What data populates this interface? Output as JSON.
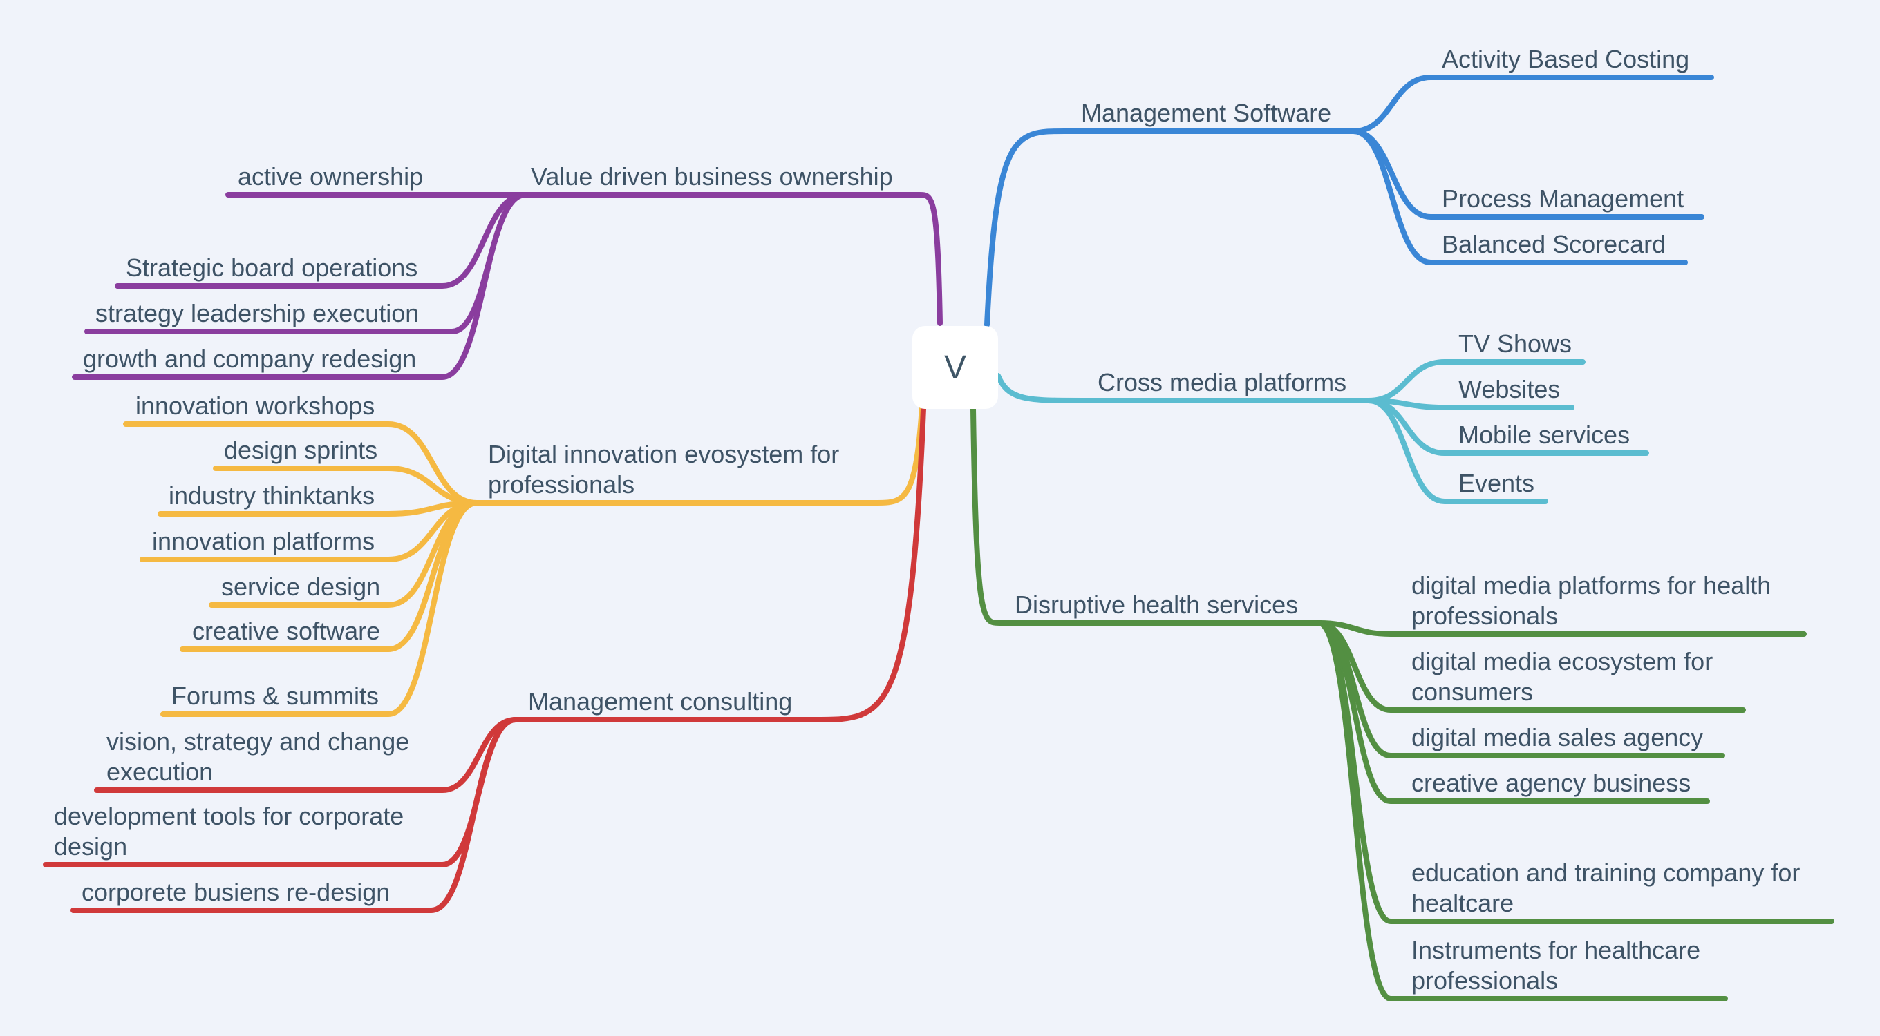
{
  "root": {
    "label": "V"
  },
  "colors": {
    "purple": "#8a3d9e",
    "yellow": "#f5b942",
    "red": "#d0393a",
    "blue": "#3a86d6",
    "teal": "#5bbcd0",
    "green": "#538f42"
  },
  "branches": [
    {
      "id": "value-driven",
      "side": "left",
      "color": "purple",
      "lines": [
        "Value driven business ownership"
      ],
      "children": [
        {
          "lines": [
            "active ownership"
          ]
        },
        {
          "lines": [
            "Strategic board operations"
          ]
        },
        {
          "lines": [
            "strategy leadership execution"
          ]
        },
        {
          "lines": [
            "growth and company redesign"
          ]
        }
      ]
    },
    {
      "id": "digital-innovation",
      "side": "left",
      "color": "yellow",
      "lines": [
        "Digital innovation evosystem for",
        "professionals"
      ],
      "children": [
        {
          "lines": [
            "innovation workshops"
          ]
        },
        {
          "lines": [
            "design sprints"
          ]
        },
        {
          "lines": [
            "industry thinktanks"
          ]
        },
        {
          "lines": [
            "innovation platforms"
          ]
        },
        {
          "lines": [
            "service design"
          ]
        },
        {
          "lines": [
            "creative software"
          ]
        },
        {
          "lines": [
            "Forums & summits"
          ]
        }
      ]
    },
    {
      "id": "management-consulting",
      "side": "left",
      "color": "red",
      "lines": [
        "Management consulting"
      ],
      "children": [
        {
          "lines": [
            "vision, strategy and change",
            "execution"
          ]
        },
        {
          "lines": [
            "development tools for corporate",
            "design"
          ]
        },
        {
          "lines": [
            "corporete busiens re-design"
          ]
        }
      ]
    },
    {
      "id": "management-software",
      "side": "right",
      "color": "blue",
      "lines": [
        "Management Software"
      ],
      "children": [
        {
          "lines": [
            "Activity Based Costing"
          ]
        },
        {
          "lines": [
            "Process Management"
          ]
        },
        {
          "lines": [
            "Balanced Scorecard"
          ]
        }
      ]
    },
    {
      "id": "cross-media",
      "side": "right",
      "color": "teal",
      "lines": [
        "Cross media platforms"
      ],
      "children": [
        {
          "lines": [
            "TV Shows"
          ]
        },
        {
          "lines": [
            "Websites"
          ]
        },
        {
          "lines": [
            "Mobile services"
          ]
        },
        {
          "lines": [
            "Events"
          ]
        }
      ]
    },
    {
      "id": "disruptive-health",
      "side": "right",
      "color": "green",
      "lines": [
        "Disruptive health services"
      ],
      "children": [
        {
          "lines": [
            "digital media platforms for health",
            "professionals"
          ]
        },
        {
          "lines": [
            "digital media ecosystem for",
            "consumers"
          ]
        },
        {
          "lines": [
            "digital media sales agency"
          ]
        },
        {
          "lines": [
            "creative agency business"
          ]
        },
        {
          "lines": [
            "education and training company for",
            "healtcare"
          ]
        },
        {
          "lines": [
            "Instruments for healthcare",
            "professionals"
          ]
        }
      ]
    }
  ]
}
